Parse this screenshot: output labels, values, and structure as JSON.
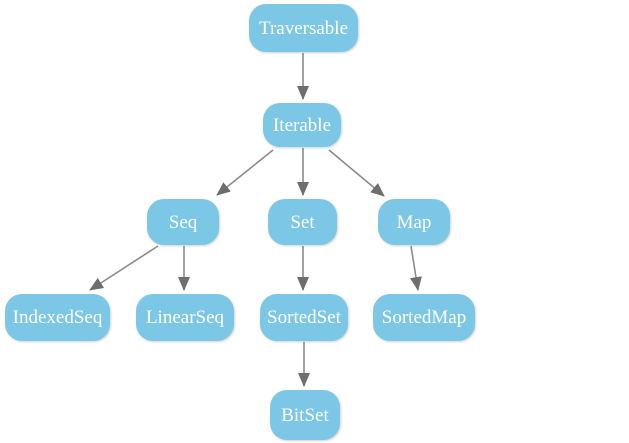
{
  "diagram": {
    "type": "hierarchy",
    "colors": {
      "background": "#ffffff",
      "node_fill": "#7cc7e6",
      "node_text": "#ffffff",
      "arrow_line": "#8b8b8b",
      "arrow_head": "#6e6e6e"
    },
    "nodes": [
      {
        "label": "Traversable"
      },
      {
        "label": "Iterable"
      },
      {
        "label": "Seq"
      },
      {
        "label": "Set"
      },
      {
        "label": "Map"
      },
      {
        "label": "IndexedSeq"
      },
      {
        "label": "LinearSeq"
      },
      {
        "label": "SortedSet"
      },
      {
        "label": "SortedMap"
      },
      {
        "label": "BitSet"
      }
    ],
    "edges": [
      {
        "from": "Traversable",
        "to": "Iterable"
      },
      {
        "from": "Iterable",
        "to": "Seq"
      },
      {
        "from": "Iterable",
        "to": "Set"
      },
      {
        "from": "Iterable",
        "to": "Map"
      },
      {
        "from": "Seq",
        "to": "IndexedSeq"
      },
      {
        "from": "Seq",
        "to": "LinearSeq"
      },
      {
        "from": "Set",
        "to": "SortedSet"
      },
      {
        "from": "Map",
        "to": "SortedMap"
      },
      {
        "from": "SortedSet",
        "to": "BitSet"
      }
    ]
  }
}
